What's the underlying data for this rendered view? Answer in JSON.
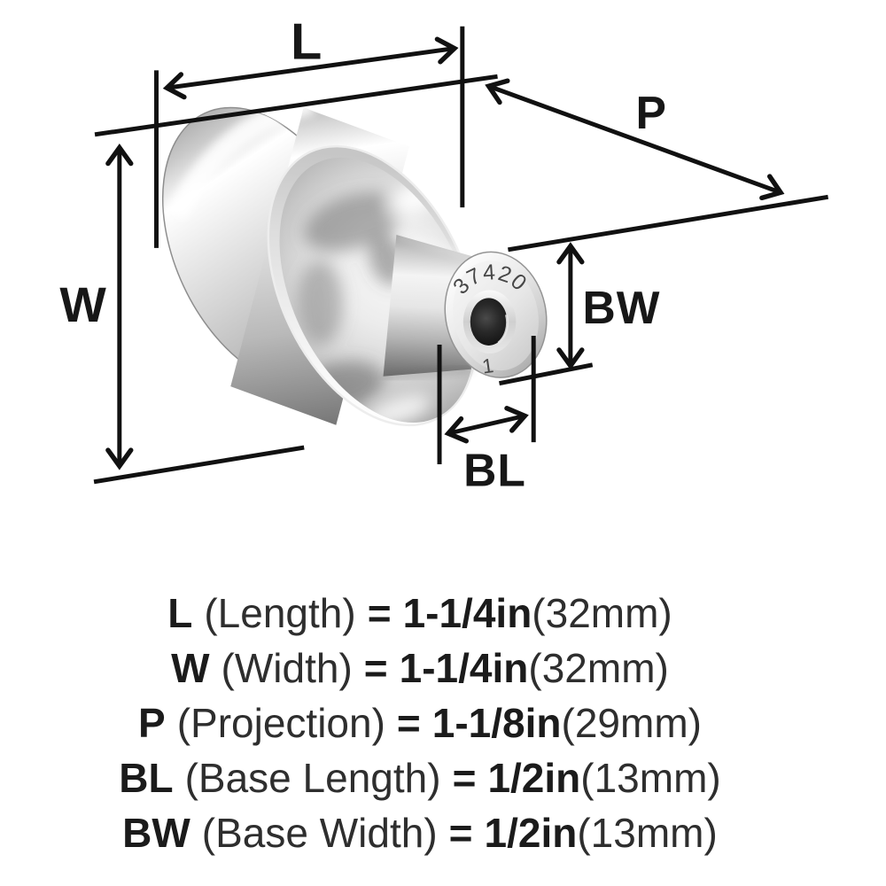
{
  "diagram": {
    "dimension_labels": {
      "length": "L",
      "width": "W",
      "projection": "P",
      "base_width": "BW",
      "base_length": "BL"
    },
    "knob_markings": {
      "model_number": "37420",
      "size_mark": "1"
    },
    "colors": {
      "background": "#ffffff",
      "dimension_lines": "#111111",
      "label_text": "#171717",
      "metal_highlight": "#ffffff",
      "metal_mid": "#c9c9c9",
      "metal_shadow": "#6a6a6a",
      "screw_hole": "#1a1a1a"
    }
  },
  "spec_list": {
    "rows": [
      {
        "code": "L",
        "name": "(Length)",
        "eq": "=",
        "value": "1-1/4in",
        "metric": "(32mm)"
      },
      {
        "code": "W",
        "name": "(Width)",
        "eq": "=",
        "value": "1-1/4in",
        "metric": "(32mm)"
      },
      {
        "code": "P",
        "name": "(Projection)",
        "eq": "=",
        "value": "1-1/8in",
        "metric": "(29mm)"
      },
      {
        "code": "BL",
        "name": "(Base Length)",
        "eq": "=",
        "value": "1/2in",
        "metric": "(13mm)"
      },
      {
        "code": "BW",
        "name": "(Base Width)",
        "eq": "=",
        "value": "1/2in",
        "metric": "(13mm)"
      }
    ]
  }
}
